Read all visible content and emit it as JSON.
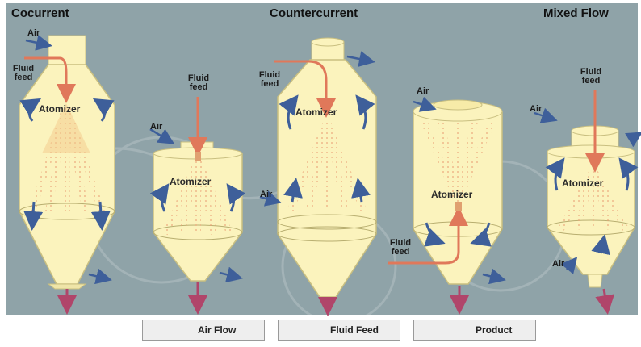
{
  "titles": {
    "cocurrent": "Cocurrent",
    "countercurrent": "Countercurrent",
    "mixed": "Mixed Flow"
  },
  "labels": {
    "air": "Air",
    "fluid": "Fluid",
    "feed": "feed",
    "atomizer": "Atomizer"
  },
  "legend": {
    "air_flow": "Air Flow",
    "fluid_feed": "Fluid Feed",
    "product": "Product"
  },
  "colors": {
    "background": "#8fa3a8",
    "vessel": "#fbf3bd",
    "air_arrow": "#3e5f9a",
    "fluid_arrow": "#e0785a",
    "product_arrow": "#b0456a"
  }
}
